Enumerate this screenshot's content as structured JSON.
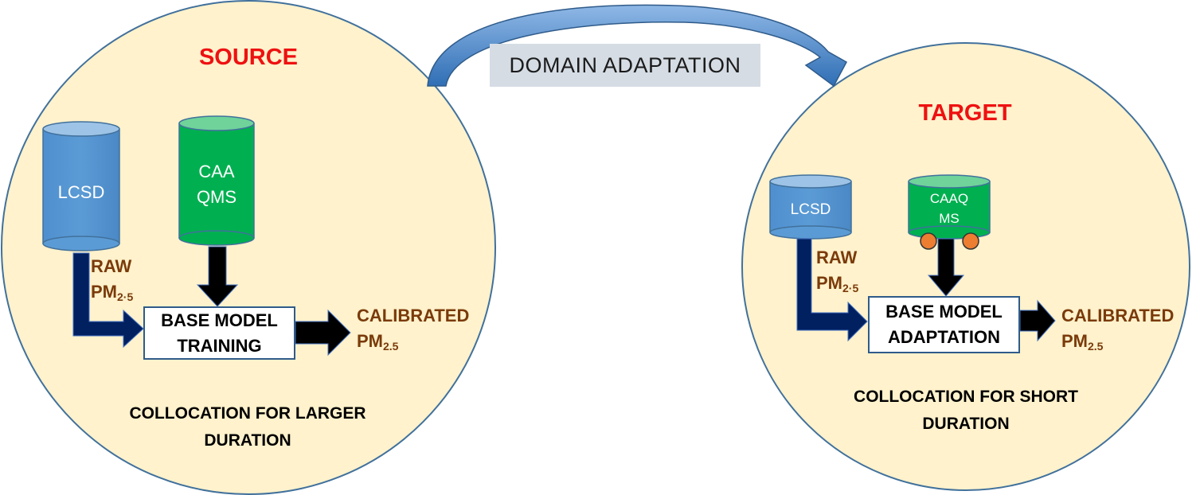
{
  "domain_adaptation": {
    "label": "DOMAIN ADAPTATION"
  },
  "source": {
    "title": "SOURCE",
    "lcsd_label": "LCSD",
    "caa_label_line1": "CAA",
    "caa_label_line2": "QMS",
    "raw_label": "RAW",
    "raw_pm": "PM",
    "raw_sub": "2·5",
    "model_line1": "BASE MODEL",
    "model_line2": "TRAINING",
    "calibrated_label": "CALIBRATED",
    "calibrated_pm": "PM",
    "calibrated_sub": "2.5",
    "caption_line1": "COLLOCATION FOR LARGER",
    "caption_line2": "DURATION"
  },
  "target": {
    "title": "TARGET",
    "lcsd_label": "LCSD",
    "caa_label_line1": "CAAQ",
    "caa_label_line2": "MS",
    "raw_label": "RAW",
    "raw_pm": "PM",
    "raw_sub": "2·5",
    "model_line1": "BASE MODEL",
    "model_line2": "ADAPTATION",
    "calibrated_label": "CALIBRATED",
    "calibrated_pm": "PM",
    "calibrated_sub": "2.5",
    "caption_line1": "COLLOCATION FOR SHORT",
    "caption_line2": "DURATION"
  },
  "colors": {
    "circle_fill": "#fff2cc",
    "circle_stroke": "#41719c",
    "lcsd_blue": "#5b9bd5",
    "caa_green": "#00b050",
    "title_red": "#ee1111",
    "label_brown": "#7a3a0a",
    "arrow_navy": "#002060",
    "curve_blue": "#4a86c8",
    "domain_box": "#d5dce4",
    "dot_orange": "#ed7d31"
  }
}
